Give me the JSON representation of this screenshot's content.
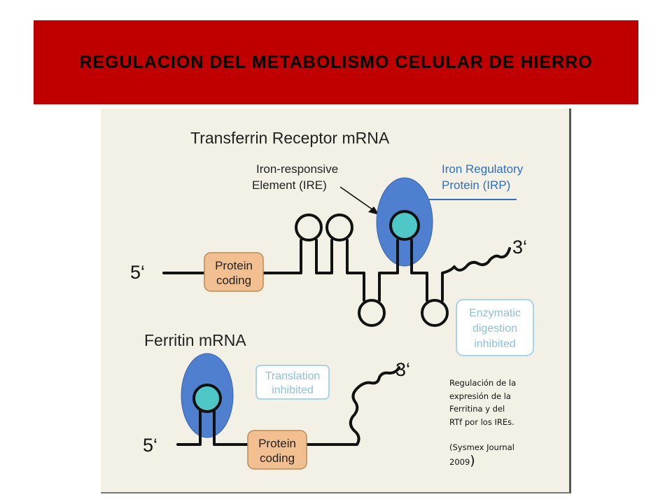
{
  "title": "REGULACION DEL METABOLISMO CELULAR DE HIERRO",
  "diagram": {
    "tfr_title": "Transferrin Receptor mRNA",
    "ire_label_line1": "Iron-responsive",
    "ire_label_line2": "Element (IRE)",
    "irp_label_line1": "Iron Regulatory",
    "irp_label_line2": "Protein (IRP)",
    "five_prime": "5‘",
    "three_prime": "3‘",
    "protein_line1": "Protein",
    "protein_line2": "coding",
    "enzymatic_line1": "Enzymatic",
    "enzymatic_line2": "digestion",
    "enzymatic_line3": "inhibited",
    "ferritin_title": "Ferritin mRNA",
    "translation_line1": "Translation",
    "translation_line2": "inhibited",
    "colors": {
      "protein_box": "#f2c090",
      "irp_blue": "#4f7fcf",
      "ire_cyan": "#4fc7c7",
      "label_blue": "#2f6fbf",
      "note_box_text": "#8cc0e0"
    }
  },
  "caption": {
    "line1": "Regulación de la",
    "line2": "expresión de la",
    "line3": "Ferritina y del",
    "line4": "RTf por los IREs.",
    "source": "(Sysmex Journal",
    "year": "2009",
    "close_paren": ")"
  }
}
